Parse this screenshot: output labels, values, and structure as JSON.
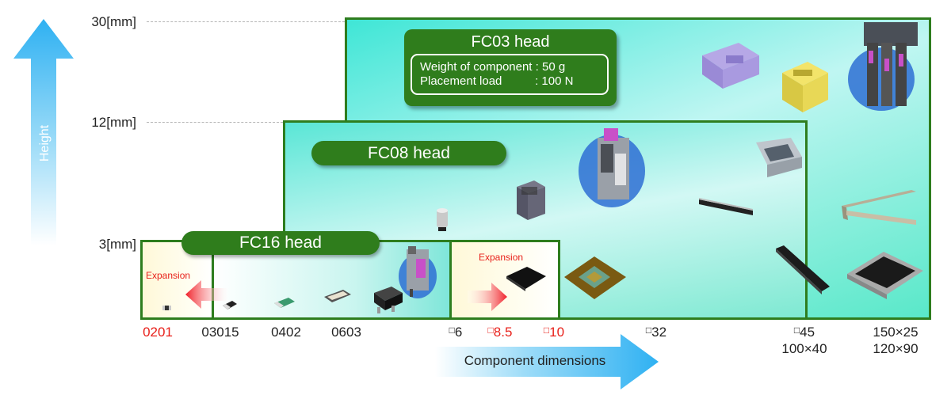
{
  "axis_y": {
    "label": "Height",
    "ticks": [
      "30[mm]",
      "12[mm]",
      "3[mm]"
    ]
  },
  "axis_x": {
    "label": "Component dimensions",
    "ticks": [
      {
        "text": "0201",
        "highlight": true
      },
      {
        "text": "03015",
        "highlight": false
      },
      {
        "text": "0402",
        "highlight": false
      },
      {
        "text": "0603",
        "highlight": false
      },
      {
        "square": "□",
        "text": "6",
        "highlight": false
      },
      {
        "square": "□",
        "text": "8.5",
        "highlight": true
      },
      {
        "square": "□",
        "text": "10",
        "highlight": true
      },
      {
        "square": "□",
        "text": "32",
        "highlight": false
      },
      {
        "square": "□",
        "text": "45",
        "line2": "100×40",
        "highlight": false
      },
      {
        "text": "150×25",
        "line2": "120×90",
        "highlight": false
      }
    ]
  },
  "heads": {
    "fc03": {
      "title": "FC03 head",
      "weight": "Weight of component : 50 g",
      "load": "Placement load          : 100 N"
    },
    "fc08": {
      "title": "FC08 head"
    },
    "fc16": {
      "title": "FC16 head"
    }
  },
  "expansion": {
    "left": "Expansion",
    "right": "Expansion"
  },
  "colors": {
    "head_green": "#2f7d1c",
    "highlight_red": "#e8201a",
    "arrow_blue": "#3ab4f2",
    "expansion_arrow": "#f0202a"
  },
  "icons": [
    "chip-0201-icon",
    "chip-03015-icon",
    "chip-0402-icon",
    "chip-0603-icon",
    "power-ic-icon",
    "fc16-head-machine-icon",
    "capacitor-icon",
    "qfn-ic-icon",
    "bga-ic-icon",
    "socket-icon",
    "fc08-head-machine-icon",
    "dsub-connector-icon",
    "fpc-connector-icon",
    "header-connector-icon",
    "lilac-connector-icon",
    "yellow-connector-icon",
    "fc03-head-machine-icon",
    "bracket-icon",
    "qfp-ic-icon"
  ]
}
